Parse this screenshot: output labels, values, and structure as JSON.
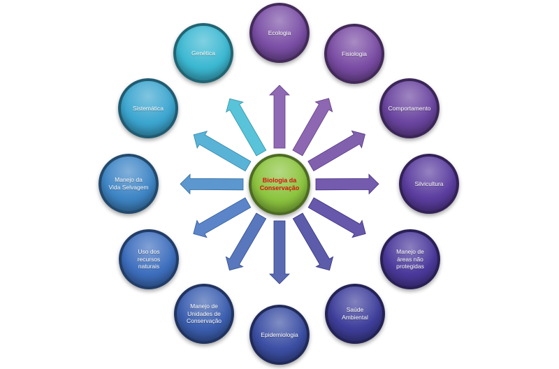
{
  "center": {
    "label": "Biologia da Conservação",
    "color": "#8cc43f"
  },
  "nodes": [
    {
      "id": "ecologia",
      "label": "Ecologia",
      "color": "#7b4fa6"
    },
    {
      "id": "fisiologia",
      "label": "Fisiologia",
      "color": "#7a4ca4"
    },
    {
      "id": "comportamento",
      "label": "Comportamento",
      "color": "#6b45a0"
    },
    {
      "id": "silvicultura",
      "label": "Silvicultura",
      "color": "#5c3ea0"
    },
    {
      "id": "manejo-areas-nao-protegidas",
      "label": "Manejo de áreas não protegidas",
      "color": "#4c3a9c"
    },
    {
      "id": "saude-ambiental",
      "label": "Saúde Ambiental",
      "color": "#3f3f9c"
    },
    {
      "id": "epidemiologia",
      "label": "Epidemiologia",
      "color": "#3c4fa4"
    },
    {
      "id": "manejo-unidades-conservacao",
      "label": "Manejo de Unidades de Conservação",
      "color": "#3c5fb0"
    },
    {
      "id": "uso-recursos-naturais",
      "label": "Uso dos recursos naturais",
      "color": "#3e6fbe"
    },
    {
      "id": "manejo-vida-selvagem",
      "label": "Manejo da Vida Selvagem",
      "color": "#3f86c6"
    },
    {
      "id": "sistematica",
      "label": "Sistemática",
      "color": "#3ca6d0"
    },
    {
      "id": "genetica",
      "label": "Genética",
      "color": "#3cb8d2"
    }
  ]
}
